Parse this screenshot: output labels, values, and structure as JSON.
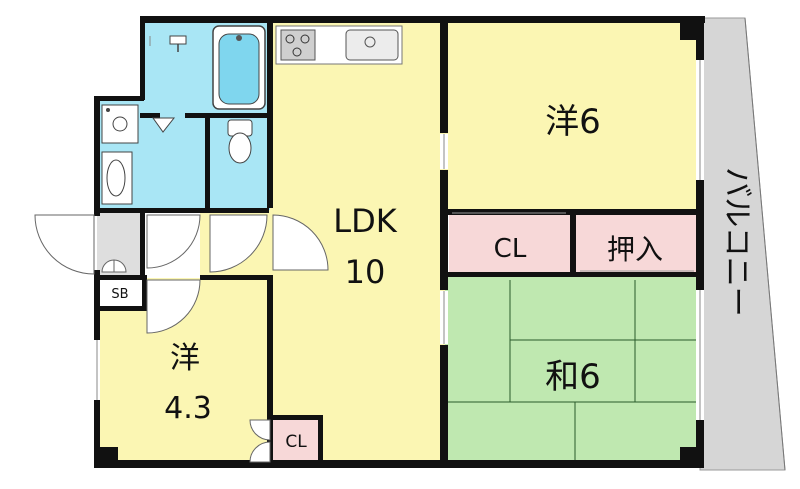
{
  "floor_plan": {
    "rooms": {
      "ldk_label": "LDK",
      "ldk_size": "10",
      "western_small_label": "洋",
      "western_small_size": "4.3",
      "western_large_label": "洋6",
      "japanese_label": "和6",
      "closet_label": "CL",
      "closet_small_label": "CL",
      "oshiire_label": "押入",
      "shoe_box_label": "SB",
      "balcony_label": "バルコニー"
    },
    "colors": {
      "wall": "#111111",
      "ldk": "#fbf6b3",
      "western": "#fbf6b3",
      "japanese": "#bfe8b0",
      "wet_area": "#a9e6f5",
      "closet": "#f7d8d8",
      "balcony": "#d6d6d6",
      "entrance": "#dedede"
    }
  }
}
